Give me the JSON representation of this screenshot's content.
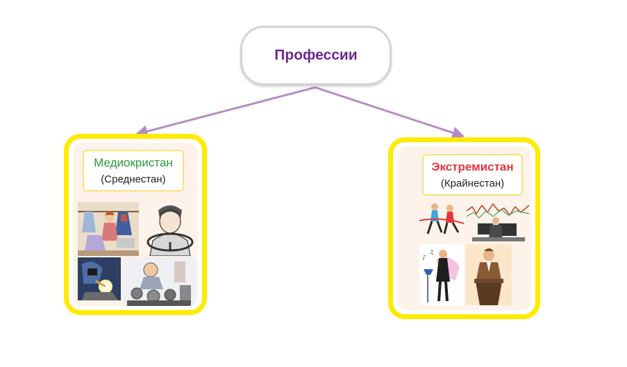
{
  "root": {
    "label": "Профессии"
  },
  "branches": {
    "left": {
      "title": "Медиокристан",
      "subtitle": "(Среднестан)"
    },
    "right": {
      "title": "Экстремистан",
      "subtitle": "(Крайнестан)"
    }
  },
  "colors": {
    "root_text": "#6c2a8f",
    "connector": "#b78cc6",
    "branch_border": "#ffea00",
    "left_title": "#2a9a3a",
    "right_title": "#e8343a"
  }
}
